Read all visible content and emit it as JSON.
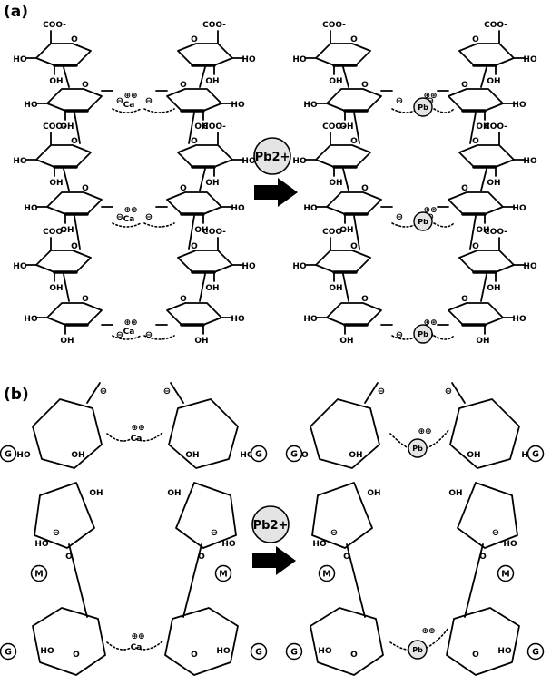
{
  "panels": [
    {
      "id": "a",
      "label": "(a)"
    },
    {
      "id": "b",
      "label": "(b)"
    }
  ],
  "arrow_badge": "Pb2+",
  "ions": {
    "calcium": "Ca",
    "lead": "Pb"
  },
  "charges": {
    "minus": "⊖",
    "plus": "⊕⊕"
  },
  "groups": {
    "carboxylate": "COO-",
    "hydroxyl": "HO",
    "hydroxyl_right": "OH",
    "ring_oxygen": "O",
    "guluronate": "G",
    "mannuronate": "M"
  },
  "colors": {
    "ion_fill": "#e4e4e4",
    "arrow": "#000000"
  }
}
